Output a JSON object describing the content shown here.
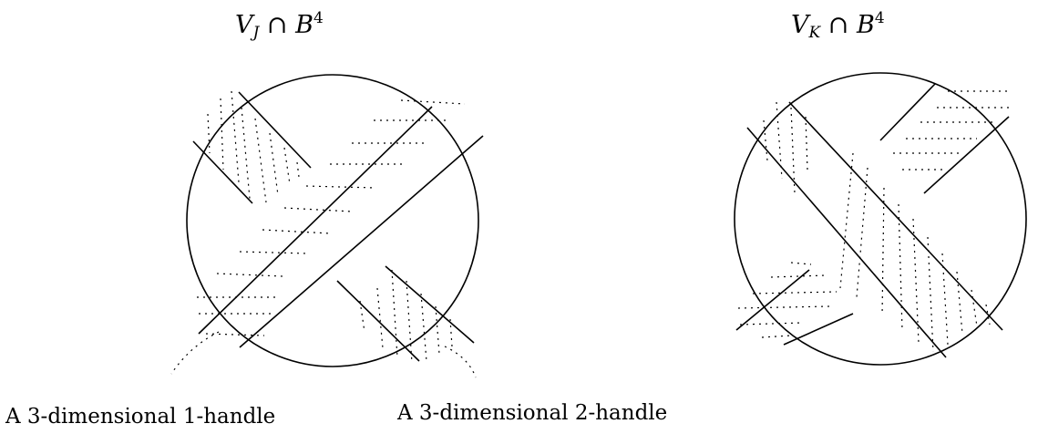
{
  "left_diagram": {
    "title": {
      "main": "V",
      "sub": "J",
      "operator": "∩",
      "base": "B",
      "sup": "4"
    }
  },
  "right_diagram": {
    "title": {
      "main": "V",
      "sub": "K",
      "operator": "∩",
      "base": "B",
      "sup": "4"
    }
  },
  "captions": {
    "one_handle": "A 3-dimensional 1-handle",
    "two_handle": "A 3-dimensional 2-handle"
  }
}
